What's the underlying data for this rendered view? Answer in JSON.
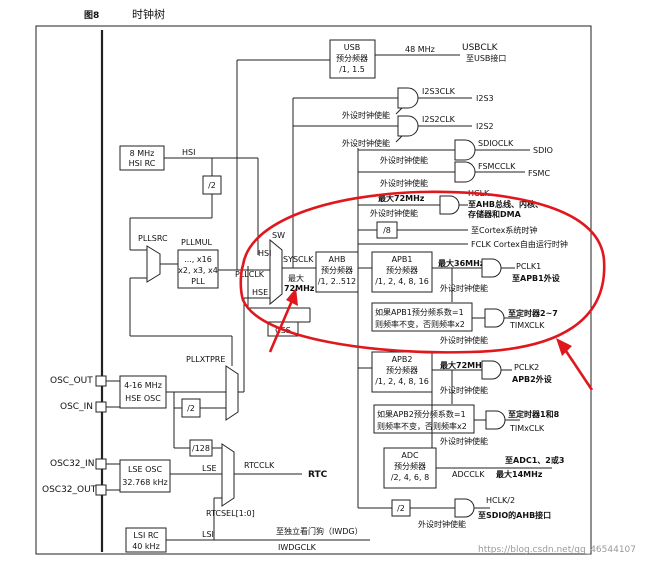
{
  "figure": {
    "number": "图8",
    "title": "时钟树"
  },
  "colors": {
    "annotation": "#e0171d",
    "line": "#222222",
    "watermark": "#9a9a9a"
  },
  "usb": {
    "box": "USB",
    "box2": "预分频器",
    "box3": "/1, 1.5",
    "freq": "48 MHz",
    "out": "USBCLK",
    "dest": "至USB接口"
  },
  "i2s": {
    "i2s3clk": "I2S3CLK",
    "i2s3": "I2S3",
    "i2s2clk": "I2S2CLK",
    "i2s2": "I2S2"
  },
  "sdio": {
    "clk": "SDIOCLK",
    "out": "SDIO"
  },
  "fsmc": {
    "clk": "FSMCCLK",
    "out": "FSMC"
  },
  "peripheral_enable": "外设时钟使能",
  "hclk": {
    "max": "最大72MHz",
    "label": "HCLK",
    "dest1": "至AHB总线、内核、",
    "dest2": "存储器和DMA"
  },
  "cortex": {
    "div": "/8",
    "systick": "至Cortex系统时钟",
    "fclk": "FCLK Cortex自由运行时钟"
  },
  "hsi": {
    "box1": "8 MHz",
    "box2": "HSI RC",
    "label": "HSI",
    "div2": "/2"
  },
  "pll": {
    "src": "PLLSRC",
    "mul": "PLLMUL",
    "mul_values": "..., x16",
    "mul_values2": "x2, x3, x4",
    "name": "PLL",
    "pllclk": "PLLCLK",
    "xtpre": "PLLXTPRE",
    "div2": "/2"
  },
  "sysclk": {
    "sw": "SW",
    "label": "SYSCLK",
    "hsi": "HSI",
    "hse": "HSE",
    "max1": "最大",
    "max2": "72MHz",
    "css": "CSS"
  },
  "ahb": {
    "name": "AHB",
    "desc": "预分频器",
    "values": "/1, 2..512"
  },
  "apb1": {
    "name": "APB1",
    "desc": "预分频器",
    "values": "/1, 2, 4, 8, 16",
    "max": "最大36MHz",
    "pclk": "PCLK1",
    "dest": "至APB1外设"
  },
  "tim_note1": {
    "line1": "如果APB1预分频系数=1",
    "line2": "则频率不变，否则频率x2",
    "dest": "至定时器2~7",
    "clk": "TIMXCLK"
  },
  "apb2": {
    "name": "APB2",
    "desc": "预分频器",
    "values": "/1, 2, 4, 8, 16",
    "max": "最大72MHz",
    "pclk": "PCLK2",
    "dest": "APB2外设"
  },
  "tim_note2": {
    "line1": "如果APB2预分频系数=1",
    "line2": "则频率不变，否则频率x2",
    "dest": "至定时器1和8",
    "clk": "TIMxCLK"
  },
  "adc": {
    "name": "ADC",
    "desc": "预分频器",
    "values": "/2, 4, 6, 8",
    "clk": "ADCCLK",
    "dest": "至ADC1、2或3",
    "max": "最大14MHz"
  },
  "hclk2": {
    "div": "/2",
    "label": "HCLK/2",
    "dest": "至SDIO的AHB接口"
  },
  "osc": {
    "osc_out": "OSC_OUT",
    "osc_in": "OSC_IN",
    "hse1": "4-16 MHz",
    "hse2": "HSE OSC",
    "osc32_in": "OSC32_IN",
    "osc32_out": "OSC32_OUT",
    "lse1": "LSE OSC",
    "lse2": "32.768 kHz",
    "lse": "LSE",
    "div128": "/128"
  },
  "rtc": {
    "label": "RTCCLK",
    "out": "RTC",
    "sel": "RTCSEL[1:0]"
  },
  "lsi": {
    "box1": "LSI RC",
    "box2": "40 kHz",
    "label": "LSI",
    "iwdg": "至独立看门狗（IWDG）",
    "iwdgclk": "IWDGCLK"
  },
  "watermark": "https://blog.csdn.net/qq_46544107"
}
